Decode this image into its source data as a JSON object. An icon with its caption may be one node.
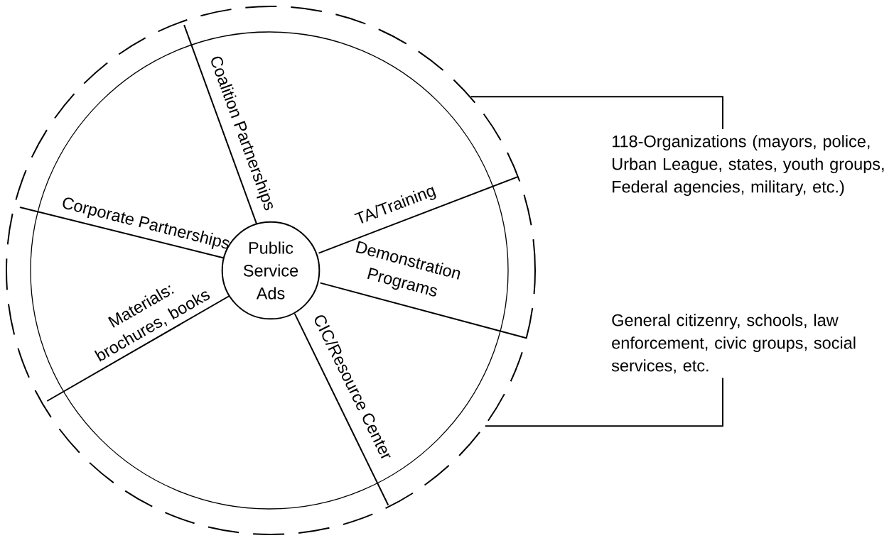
{
  "diagram": {
    "nodes": [
      {
        "text": [],
        "shape": "circle"
      },
      {
        "text": [
          "Public Service Ads"
        ],
        "in": 0
      },
      {
        "text": [
          "118-Organizations  (mayors, police, Urban League, states, youth groups, Federal agencies, military, etc.)"
        ]
      },
      {
        "text": [
          "General citizenry, schools, law enforcement, civic groups, social services, etc."
        ]
      }
    ],
    "edges": [
      {
        "from": 0,
        "to": 2,
        "arrow": "none"
      },
      {
        "from": 0,
        "to": 3,
        "arrow": "none"
      }
    ],
    "labels": [
      "Coalition Partnerships",
      "TA/Training",
      "Corporate Partnerships",
      "Demonstration Programs",
      "Materials: brochures, books",
      "CIC/Resource Center"
    ]
  }
}
